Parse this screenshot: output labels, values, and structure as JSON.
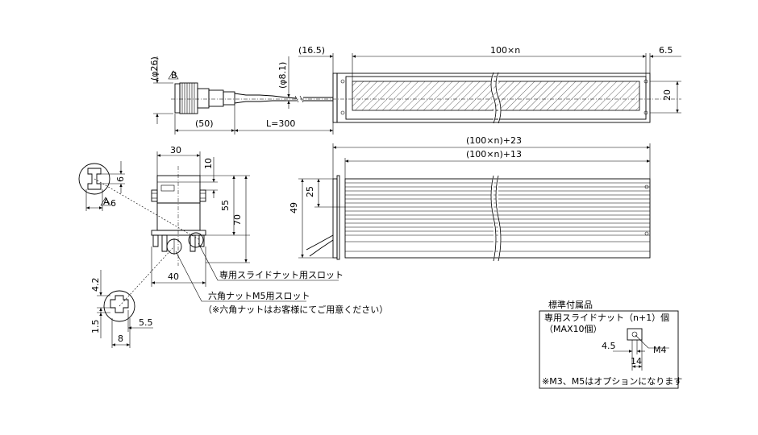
{
  "top_view": {
    "dia_26": "(φ26)",
    "mark_b": "B",
    "dia_81": "(φ8.1)",
    "len_165": "(16.5)",
    "len_100n": "100×n",
    "len_65": "6.5",
    "height_20": "20",
    "len_50": "(50)",
    "len_cable": "L=300"
  },
  "side_view": {
    "len_total": "(100×n)+23",
    "len_body": "(100×n)+13",
    "h_25": "25",
    "h_49": "49"
  },
  "end_view": {
    "w_30": "30",
    "h_10": "10",
    "h_55": "55",
    "h_70": "70",
    "w_40": "40"
  },
  "detail_a": {
    "label": "A",
    "d_6": "6",
    "d_6b": "6"
  },
  "detail_b": {
    "d_42": "4.2",
    "d_15": "1.5",
    "d_55": "5.5",
    "d_8": "8"
  },
  "callouts": {
    "slot_dedicated": "専用スライドナット用スロット",
    "slot_hex": "六角ナットM5用スロット",
    "hex_note": "（※六角ナットはお客様にてご用意ください）"
  },
  "accessory": {
    "title": "標準付属品",
    "line1": "専用スライドナット（n+1）個",
    "line2": "（MAX10個）",
    "d_45": "4.5",
    "d_14": "14",
    "m4": "M4",
    "note": "※M3、M5はオプションになります"
  }
}
